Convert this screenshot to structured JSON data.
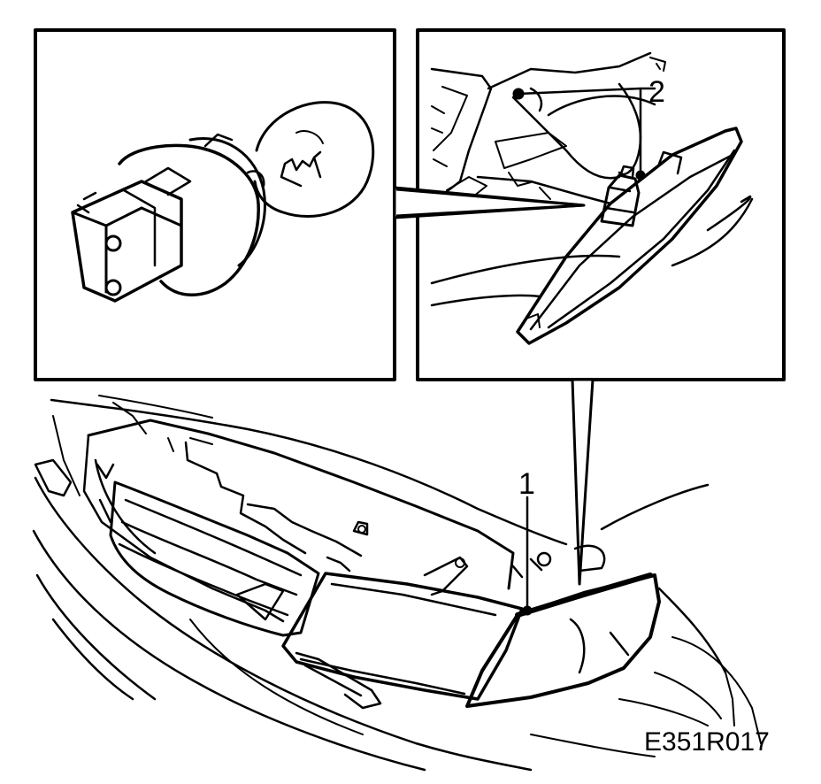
{
  "callouts": {
    "one": "1",
    "two": "2"
  },
  "figure_id": "E351R017",
  "colors": {
    "ink": "#000000",
    "paper": "#ffffff"
  }
}
